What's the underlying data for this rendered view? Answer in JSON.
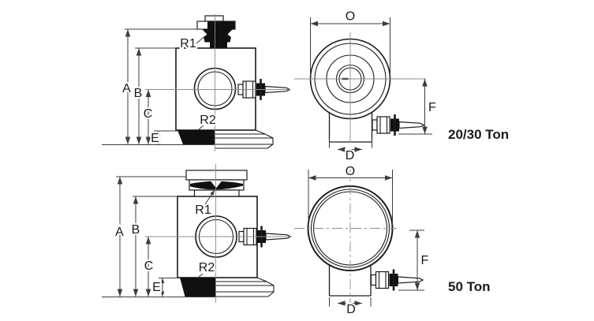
{
  "colors": {
    "ink": "#1b1b1b",
    "dim": "#3c3c3c",
    "centerline": "#8c8c8c",
    "fill": "#101010",
    "background": "#ffffff"
  },
  "captions": {
    "model_2030": "20/30 Ton",
    "model_50": "50 Ton"
  },
  "views": {
    "side_2030": {
      "title": "side view 20/30 ton load cell",
      "dims": {
        "a": "A",
        "b": "B",
        "c": "C",
        "e": "E",
        "r1": "R1",
        "r2": "R2"
      }
    },
    "front_2030": {
      "title": "front view 20/30 ton load cell",
      "dims": {
        "o": "O",
        "f": "F",
        "d": "D"
      }
    },
    "side_50": {
      "title": "side view 50 ton load cell",
      "dims": {
        "a": "A",
        "b": "B",
        "c": "C",
        "e": "E",
        "r1": "R1",
        "r2": "R2"
      }
    },
    "front_50": {
      "title": "front view 50 ton load cell",
      "dims": {
        "o": "O",
        "f": "F",
        "d": "D"
      }
    }
  }
}
